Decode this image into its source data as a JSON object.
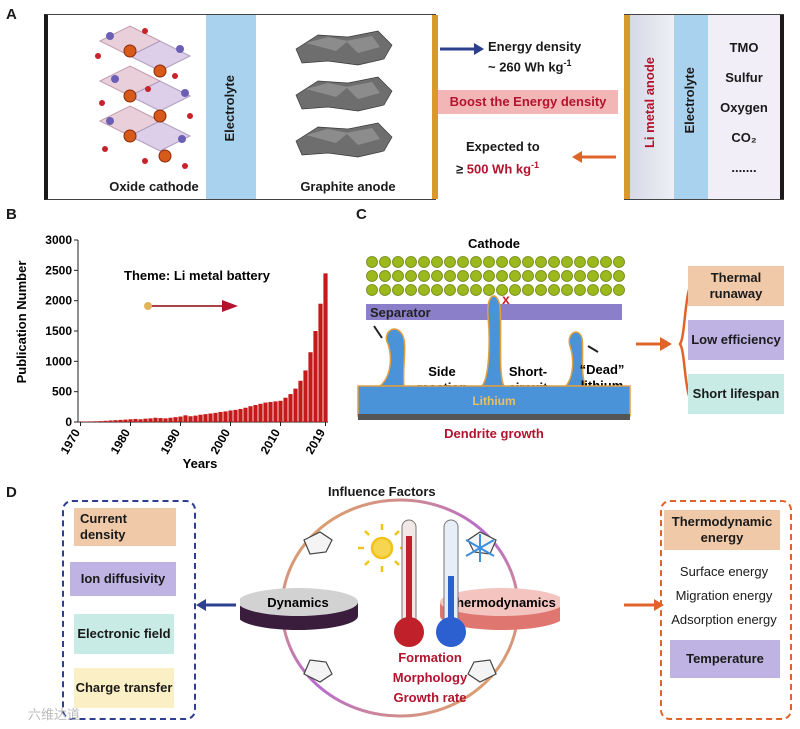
{
  "panels": {
    "a": "A",
    "b": "B",
    "c": "C",
    "d": "D"
  },
  "panel_a": {
    "oxide_cathode": "Oxide cathode",
    "electrolyte_left": "Electrolyte",
    "graphite_anode": "Graphite anode",
    "energy_density_line1": "Energy density",
    "energy_density_line2": "~ 260 Wh kg",
    "energy_density_sup": "-1",
    "boost": "Boost the Energy density",
    "expected_line1": "Expected to",
    "expected_prefix": "≥ ",
    "expected_value": "500 Wh kg",
    "expected_sup": "-1",
    "li_metal_anode": "Li metal anode",
    "electrolyte_right": "Electrolyte",
    "cathode_options": [
      "TMO",
      "Sulfur",
      "Oxygen",
      "CO₂",
      "......."
    ],
    "colors": {
      "blue_arrow": "#2d3f8f",
      "orange_arrow": "#e0642a",
      "boost_bg": "#f3b6b6",
      "electrolyte": "#a9d2ef",
      "collector": "#d99a2a"
    }
  },
  "chart_data": {
    "type": "bar",
    "title": "Theme: Li metal battery",
    "xlabel": "Years",
    "ylabel": "Publication Number",
    "ylim": [
      0,
      3000
    ],
    "yticks": [
      0,
      500,
      1000,
      1500,
      2000,
      2500,
      3000
    ],
    "xticks": [
      1970,
      1980,
      1990,
      2000,
      2010,
      2019
    ],
    "x": [
      1970,
      1971,
      1972,
      1973,
      1974,
      1975,
      1976,
      1977,
      1978,
      1979,
      1980,
      1981,
      1982,
      1983,
      1984,
      1985,
      1986,
      1987,
      1988,
      1989,
      1990,
      1991,
      1992,
      1993,
      1994,
      1995,
      1996,
      1997,
      1998,
      1999,
      2000,
      2001,
      2002,
      2003,
      2004,
      2005,
      2006,
      2007,
      2008,
      2009,
      2010,
      2011,
      2012,
      2013,
      2014,
      2015,
      2016,
      2017,
      2018,
      2019
    ],
    "values": [
      5,
      8,
      10,
      12,
      15,
      20,
      25,
      30,
      35,
      40,
      45,
      50,
      45,
      55,
      60,
      70,
      65,
      60,
      70,
      80,
      90,
      110,
      95,
      105,
      120,
      130,
      140,
      150,
      165,
      175,
      190,
      200,
      215,
      235,
      260,
      280,
      300,
      320,
      330,
      340,
      350,
      400,
      460,
      550,
      680,
      850,
      1150,
      1500,
      1950,
      2450
    ],
    "bar_color": "#c41a1a"
  },
  "panel_c": {
    "cathode": "Cathode",
    "separator": "Separator",
    "side_reaction_line1": "Side",
    "side_reaction_line2": "reaction",
    "short_circuit_line1": "Short-",
    "short_circuit_line2": "circuit",
    "dead_lithium_line1": "“Dead”",
    "dead_lithium_line2": "lithium",
    "lithium": "Lithium",
    "dendrite_growth": "Dendrite growth",
    "thermal_runaway": "Thermal runaway",
    "low_efficiency": "Low efficiency",
    "short_lifespan": "Short lifespan",
    "colors": {
      "particle": "#9bb81c",
      "separator": "#8b7fc9",
      "lithium": "#4a93d8",
      "thermal": "#f0c9a8",
      "efficiency": "#bfb3e3",
      "lifespan": "#c9ebe6"
    }
  },
  "panel_d": {
    "influence_factors": "Influence Factors",
    "dynamics": "Dynamics",
    "thermodynamics": "Thermodynamics",
    "formation": "Formation",
    "morphology": "Morphology",
    "growth_rate": "Growth rate",
    "left_factors": [
      "Current density",
      "Ion diffusivity",
      "Electronic field",
      "Charge transfer"
    ],
    "thermo_energy": "Thermodynamic energy",
    "surface_energy": "Surface energy",
    "migration_energy": "Migration energy",
    "adsorption_energy": "Adsorption energy",
    "temperature": "Temperature"
  },
  "watermark": "六维达道"
}
